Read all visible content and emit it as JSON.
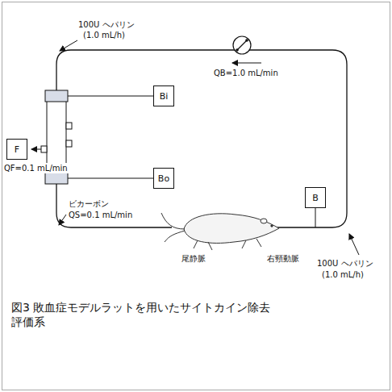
{
  "diagram": {
    "caption": "図3 敗血症モデルラットを用いたサイトカイン除去評価系",
    "nodes": [
      {
        "text": [
          "Bi"
        ]
      },
      {
        "text": [
          "F"
        ]
      },
      {
        "text": [
          "Bo"
        ]
      },
      {
        "text": [
          "B"
        ]
      }
    ],
    "labels": [
      "100U ヘパリン",
      "(1.0 mL/h)",
      "QB=1.0 mL/min",
      "QF=0.1 mL/min",
      "ビカーボン",
      "QS=0.1 mL/min",
      "尾静脈",
      "右頸動脈",
      "100U ヘパリン",
      "(1.0 mL/h)"
    ]
  }
}
